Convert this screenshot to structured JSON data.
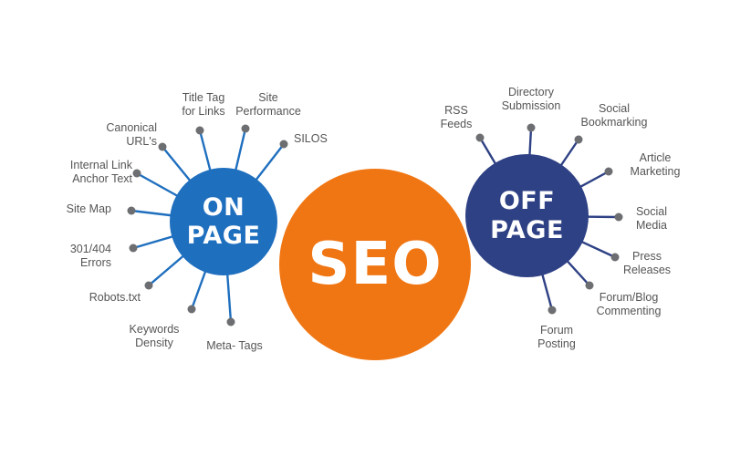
{
  "hubs": {
    "center": {
      "text": "SEO",
      "color": "#f07613"
    },
    "on_page": {
      "line1": "ON",
      "line2": "PAGE",
      "color": "#1f6fbf"
    },
    "off_page": {
      "line1": "OFF",
      "line2": "PAGE",
      "color": "#2e4184"
    }
  },
  "on_page_factors": [
    {
      "lines": [
        "Title Tag",
        "for Links"
      ]
    },
    {
      "lines": [
        "Site",
        "Performance"
      ]
    },
    {
      "lines": [
        "Canonical",
        "URL's"
      ]
    },
    {
      "lines": [
        "SILOS"
      ]
    },
    {
      "lines": [
        "Internal Link",
        "Anchor Text"
      ]
    },
    {
      "lines": [
        "Site Map"
      ]
    },
    {
      "lines": [
        "301/404",
        "Errors"
      ]
    },
    {
      "lines": [
        "Robots.txt"
      ]
    },
    {
      "lines": [
        "Keywords",
        "Density"
      ]
    },
    {
      "lines": [
        "Meta- Tags"
      ]
    }
  ],
  "off_page_factors": [
    {
      "lines": [
        "RSS",
        "Feeds"
      ]
    },
    {
      "lines": [
        "Directory",
        "Submission"
      ]
    },
    {
      "lines": [
        "Social",
        "Bookmarking"
      ]
    },
    {
      "lines": [
        "Article",
        "Marketing"
      ]
    },
    {
      "lines": [
        "Social",
        "Media"
      ]
    },
    {
      "lines": [
        "Press",
        "Releases"
      ]
    },
    {
      "lines": [
        "Forum/Blog",
        "Commenting"
      ]
    },
    {
      "lines": [
        "Forum",
        "Posting"
      ]
    }
  ],
  "colors": {
    "node_dot": "#6d6e71",
    "label_text": "#555555"
  }
}
